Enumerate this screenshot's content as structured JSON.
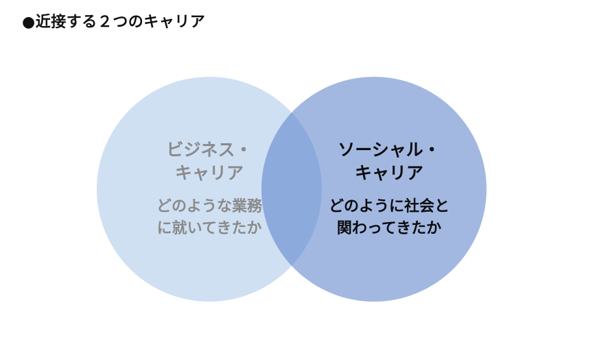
{
  "title": "●近接する２つのキャリア",
  "colors": {
    "left_circle": "#cfe0f2",
    "right_circle": "#a2b8e1",
    "overlap": "#8daadd",
    "left_text": "#8a8a8a",
    "right_text": "#0c0c0c"
  },
  "left": {
    "heading_line1": "ビジネス・",
    "heading_line2": "キャリア",
    "desc_line1": "どのような業務",
    "desc_line2": "に就いてきたか"
  },
  "right": {
    "heading_line1": "ソーシャル・",
    "heading_line2": "キャリア",
    "desc_line1": "どのように社会と",
    "desc_line2": "関わってきたか"
  }
}
